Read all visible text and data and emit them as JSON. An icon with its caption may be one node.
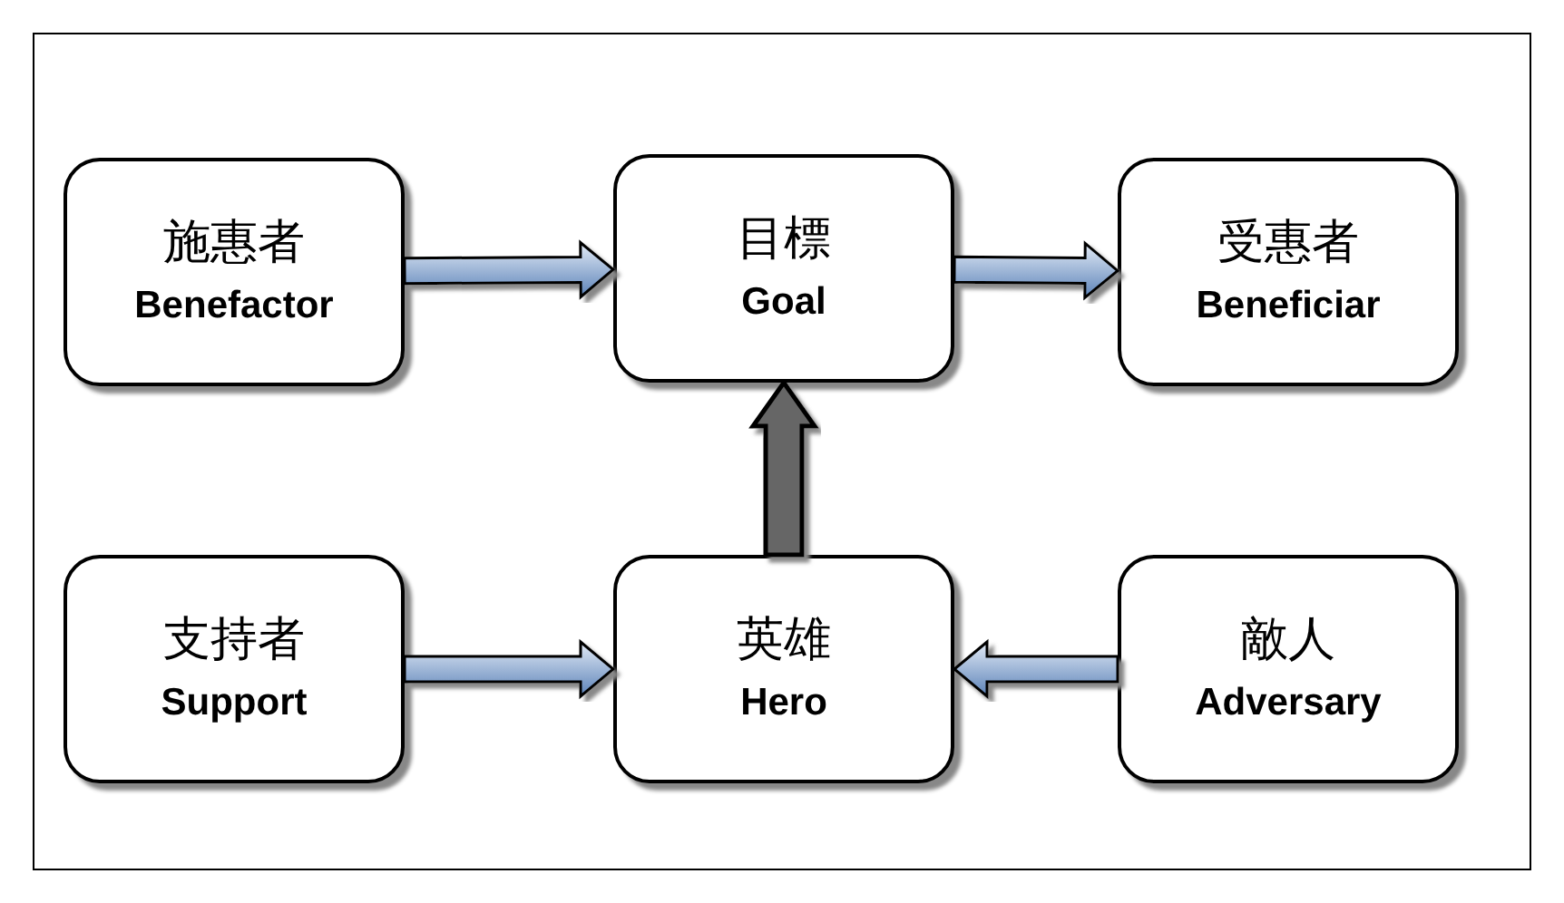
{
  "diagram": {
    "nodes": [
      {
        "text": [
          "施惠者",
          "Benefactor"
        ]
      },
      {
        "text": [
          "目標",
          "Goal"
        ]
      },
      {
        "text": [
          "受惠者",
          "Beneficiar"
        ]
      },
      {
        "text": [
          "支持者",
          "Support"
        ]
      },
      {
        "text": [
          "英雄",
          "Hero"
        ]
      },
      {
        "text": [
          "敵人",
          "Adversary"
        ]
      }
    ],
    "edges": [
      {
        "from": 0,
        "to": 1,
        "arrow": "to"
      },
      {
        "from": 1,
        "to": 2,
        "arrow": "to"
      },
      {
        "from": 4,
        "to": 1,
        "arrow": "to",
        "style": "thick",
        "color": "#666666"
      },
      {
        "from": 3,
        "to": 4,
        "arrow": "to"
      },
      {
        "from": 5,
        "to": 4,
        "arrow": "to"
      }
    ]
  }
}
